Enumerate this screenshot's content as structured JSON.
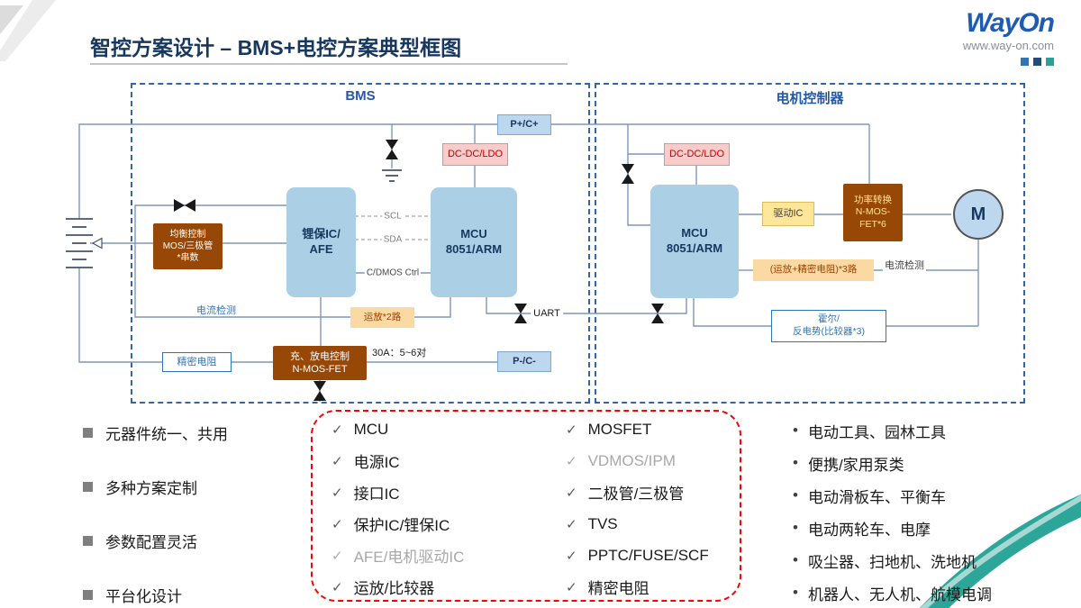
{
  "header": {
    "title": "智控方案设计 – BMS+电控方案典型框图",
    "logo_text": "WayOn",
    "website": "www.way-on.com"
  },
  "diagram": {
    "bms_title": "BMS",
    "motor_title": "电机控制器",
    "blocks": {
      "balance": "均衡控制\nMOS/三极管\n*串数",
      "li_protect": "锂保IC/\nAFE",
      "mcu_bms": "MCU\n8051/ARM",
      "dcdc_bms": "DC-DC/LDO",
      "p_plus": "P+/C+",
      "scl": "SCL",
      "sda": "SDA",
      "cdmos": "C/DMOS Ctrl",
      "current_bms": "电流检测",
      "opamp2": "运放*2路",
      "precision_res": "精密电阻",
      "charge_ctrl": "充、放电控制\nN-MOS-FET",
      "pairs_note": "30A：5~6对",
      "p_minus": "P-/C-",
      "uart": "UART",
      "dcdc_motor": "DC-DC/LDO",
      "mcu_motor": "MCU\n8051/ARM",
      "driver_ic": "驱动IC",
      "power_fet": "功率转换\nN-MOS-\nFET*6",
      "opamp3": "(运放+精密电阻)*3路",
      "current_motor": "电流检测",
      "hall": "霍尔/\n反电势(比较器*3)",
      "motor_m": "M"
    }
  },
  "features": [
    {
      "label": "元器件统一、共用"
    },
    {
      "label": "多种方案定制"
    },
    {
      "label": "参数配置灵活"
    },
    {
      "label": "平台化设计"
    }
  ],
  "components_col1": [
    {
      "label": "MCU",
      "muted": false
    },
    {
      "label": "电源IC",
      "muted": false
    },
    {
      "label": "接口IC",
      "muted": false
    },
    {
      "label": "保护IC/锂保IC",
      "muted": false
    },
    {
      "label": "AFE/电机驱动IC",
      "muted": true
    },
    {
      "label": "运放/比较器",
      "muted": false
    }
  ],
  "components_col2": [
    {
      "label": "MOSFET",
      "muted": false
    },
    {
      "label": "VDMOS/IPM",
      "muted": true
    },
    {
      "label": "二极管/三极管",
      "muted": false
    },
    {
      "label": "TVS",
      "muted": false
    },
    {
      "label": "PPTC/FUSE/SCF",
      "muted": false
    },
    {
      "label": "精密电阻",
      "muted": false
    }
  ],
  "applications": [
    {
      "label": "电动工具、园林工具"
    },
    {
      "label": "便携/家用泵类"
    },
    {
      "label": "电动滑板车、平衡车"
    },
    {
      "label": "电动两轮车、电摩"
    },
    {
      "label": "吸尘器、扫地机、洗地机"
    },
    {
      "label": "机器人、无人机、航模电调"
    }
  ],
  "marks": {
    "check": "✓",
    "bullet": "•"
  },
  "colors": {
    "title_navy": "#17375E",
    "frame_border_blue": "#3465A8",
    "block_light_blue": "#ABD0E6",
    "block_brown": "#974806",
    "block_pink": "#F8CCCB",
    "block_tan": "#FBD9A3",
    "block_yellow": "#FFE699",
    "red_dashed": "#FF0000",
    "teal_accent": "#2DA69A",
    "muted_gray": "#A8A8A8",
    "logo_blue": "#1E5CB3"
  }
}
